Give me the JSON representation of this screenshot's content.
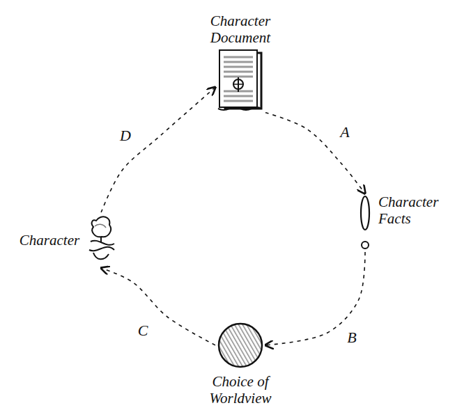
{
  "diagram": {
    "nodes": [
      {
        "text": [
          "Character Document"
        ]
      },
      {
        "text": [
          "Character Facts"
        ]
      },
      {
        "text": [
          "Choice of Worldview"
        ]
      },
      {
        "text": [
          "Character"
        ]
      }
    ],
    "edges": [
      {
        "from": 0,
        "to": 1,
        "label": "A",
        "arrow": "to"
      },
      {
        "from": 1,
        "to": 2,
        "label": "B",
        "arrow": "to"
      },
      {
        "from": 2,
        "to": 3,
        "label": "C",
        "arrow": "to"
      },
      {
        "from": 3,
        "to": 0,
        "label": "D",
        "arrow": "to"
      }
    ]
  }
}
